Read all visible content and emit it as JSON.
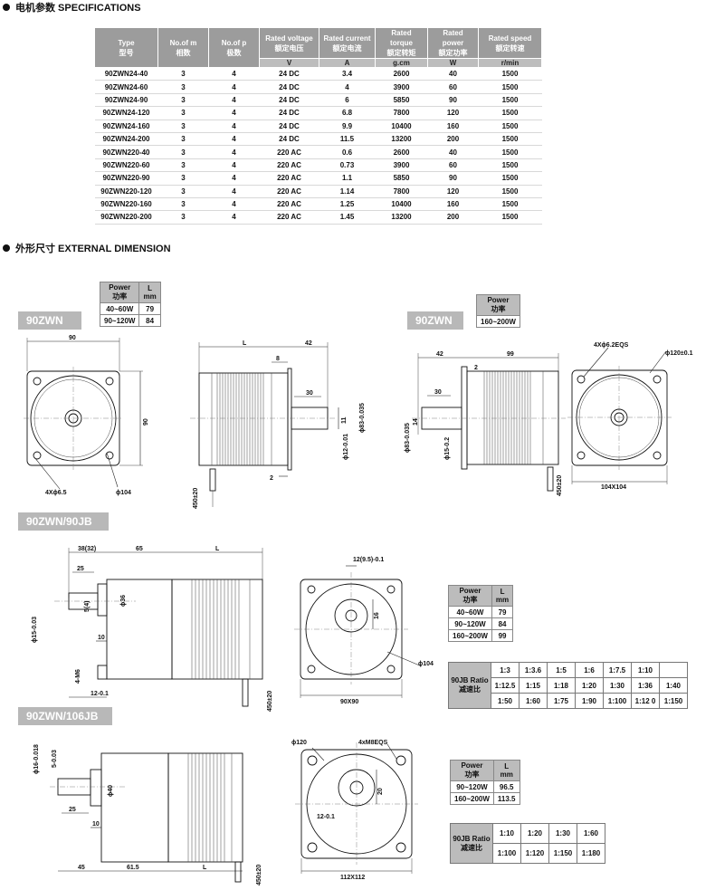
{
  "sections": {
    "specifications": "电机参数 SPECIFICATIONS",
    "external_dimension": "外形尺寸 EXTERNAL DIMENSION"
  },
  "spec_table": {
    "headers": [
      {
        "en": "Type",
        "cn": "型号",
        "unit": ""
      },
      {
        "en": "No.of m",
        "cn": "相数",
        "unit": ""
      },
      {
        "en": "No.of p",
        "cn": "极数",
        "unit": ""
      },
      {
        "en": "Rated voltage",
        "cn": "额定电压",
        "unit": "V"
      },
      {
        "en": "Rated current",
        "cn": "额定电流",
        "unit": "A"
      },
      {
        "en": "Rated torque",
        "cn": "额定转矩",
        "unit": "g.cm"
      },
      {
        "en": "Rated power",
        "cn": "额定功率",
        "unit": "W"
      },
      {
        "en": "Rated speed",
        "cn": "额定转速",
        "unit": "r/min"
      }
    ],
    "rows": [
      [
        "90ZWN24-40",
        "3",
        "4",
        "24 DC",
        "3.4",
        "2600",
        "40",
        "1500"
      ],
      [
        "90ZWN24-60",
        "3",
        "4",
        "24 DC",
        "4",
        "3900",
        "60",
        "1500"
      ],
      [
        "90ZWN24-90",
        "3",
        "4",
        "24 DC",
        "6",
        "5850",
        "90",
        "1500"
      ],
      [
        "90ZWN24-120",
        "3",
        "4",
        "24 DC",
        "6.8",
        "7800",
        "120",
        "1500"
      ],
      [
        "90ZWN24-160",
        "3",
        "4",
        "24 DC",
        "9.9",
        "10400",
        "160",
        "1500"
      ],
      [
        "90ZWN24-200",
        "3",
        "4",
        "24 DC",
        "11.5",
        "13200",
        "200",
        "1500"
      ],
      [
        "90ZWN220-40",
        "3",
        "4",
        "220 AC",
        "0.6",
        "2600",
        "40",
        "1500"
      ],
      [
        "90ZWN220-60",
        "3",
        "4",
        "220 AC",
        "0.73",
        "3900",
        "60",
        "1500"
      ],
      [
        "90ZWN220-90",
        "3",
        "4",
        "220 AC",
        "1.1",
        "5850",
        "90",
        "1500"
      ],
      [
        "90ZWN220-120",
        "3",
        "4",
        "220 AC",
        "1.14",
        "7800",
        "120",
        "1500"
      ],
      [
        "90ZWN220-160",
        "3",
        "4",
        "220 AC",
        "1.25",
        "10400",
        "160",
        "1500"
      ],
      [
        "90ZWN220-200",
        "3",
        "4",
        "220 AC",
        "1.45",
        "13200",
        "200",
        "1500"
      ]
    ]
  },
  "badges": {
    "b1": "90ZWN",
    "b2": "90ZWN",
    "b3": "90ZWN/90JB",
    "b4": "90ZWN/106JB"
  },
  "power_tables": {
    "header_power": "Power",
    "header_power_cn": "功率",
    "header_l": "L",
    "header_mm": "mm",
    "t1": [
      [
        "40~60W",
        "79"
      ],
      [
        "90~120W",
        "84"
      ]
    ],
    "t2": [
      [
        "160~200W"
      ]
    ],
    "t3": [
      [
        "40~60W",
        "79"
      ],
      [
        "90~120W",
        "84"
      ],
      [
        "160~200W",
        "99"
      ]
    ],
    "t4": [
      [
        "90~120W",
        "96.5"
      ],
      [
        "160~200W",
        "113.5"
      ]
    ]
  },
  "ratio_tables": {
    "label_en": "90JB Ratio",
    "label_cn": "减速比",
    "r1": [
      [
        "1:3",
        "1:3.6",
        "1:5",
        "1:6",
        "1:7.5",
        "1:10",
        ""
      ],
      [
        "1:12.5",
        "1:15",
        "1:18",
        "1:20",
        "1:30",
        "1:36",
        "1:40"
      ],
      [
        "1:50",
        "1:60",
        "1:75",
        "1:90",
        "1:100",
        "1:12 0",
        "1:150"
      ]
    ],
    "r2": [
      [
        "1:10",
        "1:20",
        "1:30",
        "1:60"
      ],
      [
        "1:100",
        "1:120",
        "1:150",
        "1:180"
      ]
    ]
  },
  "dims": {
    "d90": "90",
    "d104": "ϕ104",
    "d4x65": "4Xϕ6.5",
    "dL": "L",
    "d42": "42",
    "d8": "8",
    "d30": "30",
    "d11": "11",
    "d2": "2",
    "d450": "450±20",
    "d83": "ϕ83-0.035",
    "d12": "ϕ12-0.01",
    "d4x62": "4Xϕ6.2EQS",
    "d120": "ϕ120±0.1",
    "d99": "99",
    "d104x104": "104X104",
    "d14": "14",
    "d15": "ϕ15-0.2",
    "d38": "38(32)",
    "d65": "65",
    "d25": "25",
    "d36": "ϕ36",
    "d5": "5(4)",
    "d10": "10",
    "d4m6": "4-M6",
    "d1215": "ϕ15-0.03",
    "d1295": "12(9.5)-0.1",
    "d16": "16",
    "d90x90": "90X90",
    "d120b": "ϕ120",
    "d4m8": "4xM8EQS",
    "d40": "ϕ40",
    "d20": "20",
    "d1201": "12-0.1",
    "d45": "45",
    "d615": "61.5",
    "d112": "112X112",
    "d16b": "ϕ16-0.018",
    "d5b": "5-0.03"
  }
}
